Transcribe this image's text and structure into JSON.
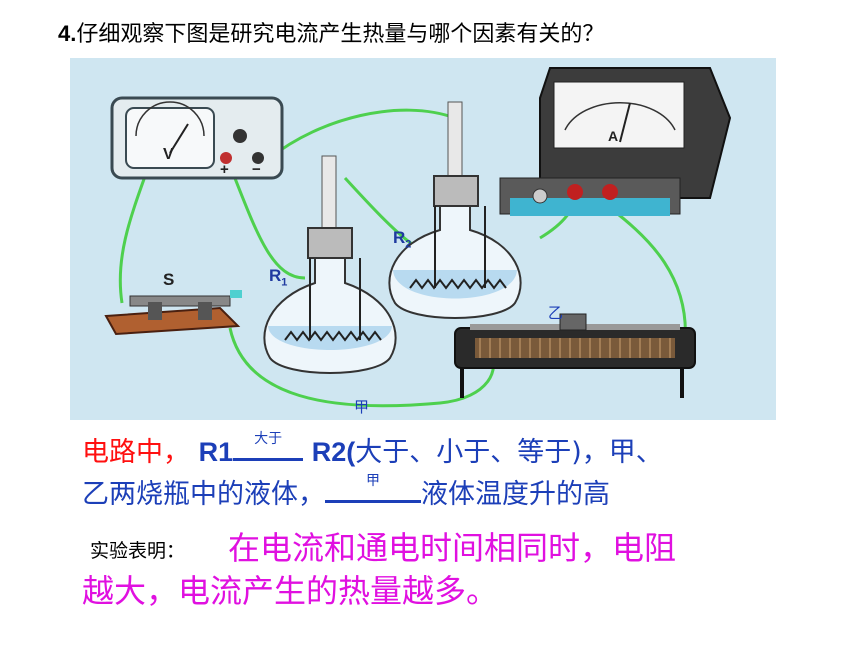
{
  "question": {
    "number": "4.",
    "text": "仔细观察下图是研究电流产生热量与哪个因素有关的？"
  },
  "figure": {
    "label_s": "S",
    "label_r1": "R",
    "label_r1_sub": "1",
    "label_r2": "R",
    "label_r2_sub": "2",
    "label_yi": "乙",
    "label_jia": "甲",
    "voltmeter_symbol": "V",
    "ammeter_symbol": "A",
    "plus_sign": "+",
    "minus_sign": "−"
  },
  "text_lines": {
    "line1_red": "电路中，",
    "line1_r1": "R1",
    "blank1_answer": "大于",
    "line1_r2": "R2(",
    "line1_options": "大于、小于、等于)，甲、",
    "line2_text": "乙两烧瓶中的液体，",
    "blank2_answer": "甲",
    "line2_end": "液体温度升的高"
  },
  "conclusion": {
    "label": "实验表明：",
    "line1": "在电流和通电时间相同时，电阻",
    "line2": "越大，电流产生的热量越多。"
  },
  "colors": {
    "title": "#000000",
    "figure_bg": "#cfe6f1",
    "wire": "#4ed04e",
    "blue_text": "#1c3fb8",
    "red_text": "#ff1010",
    "magenta_text": "#e010e0"
  }
}
